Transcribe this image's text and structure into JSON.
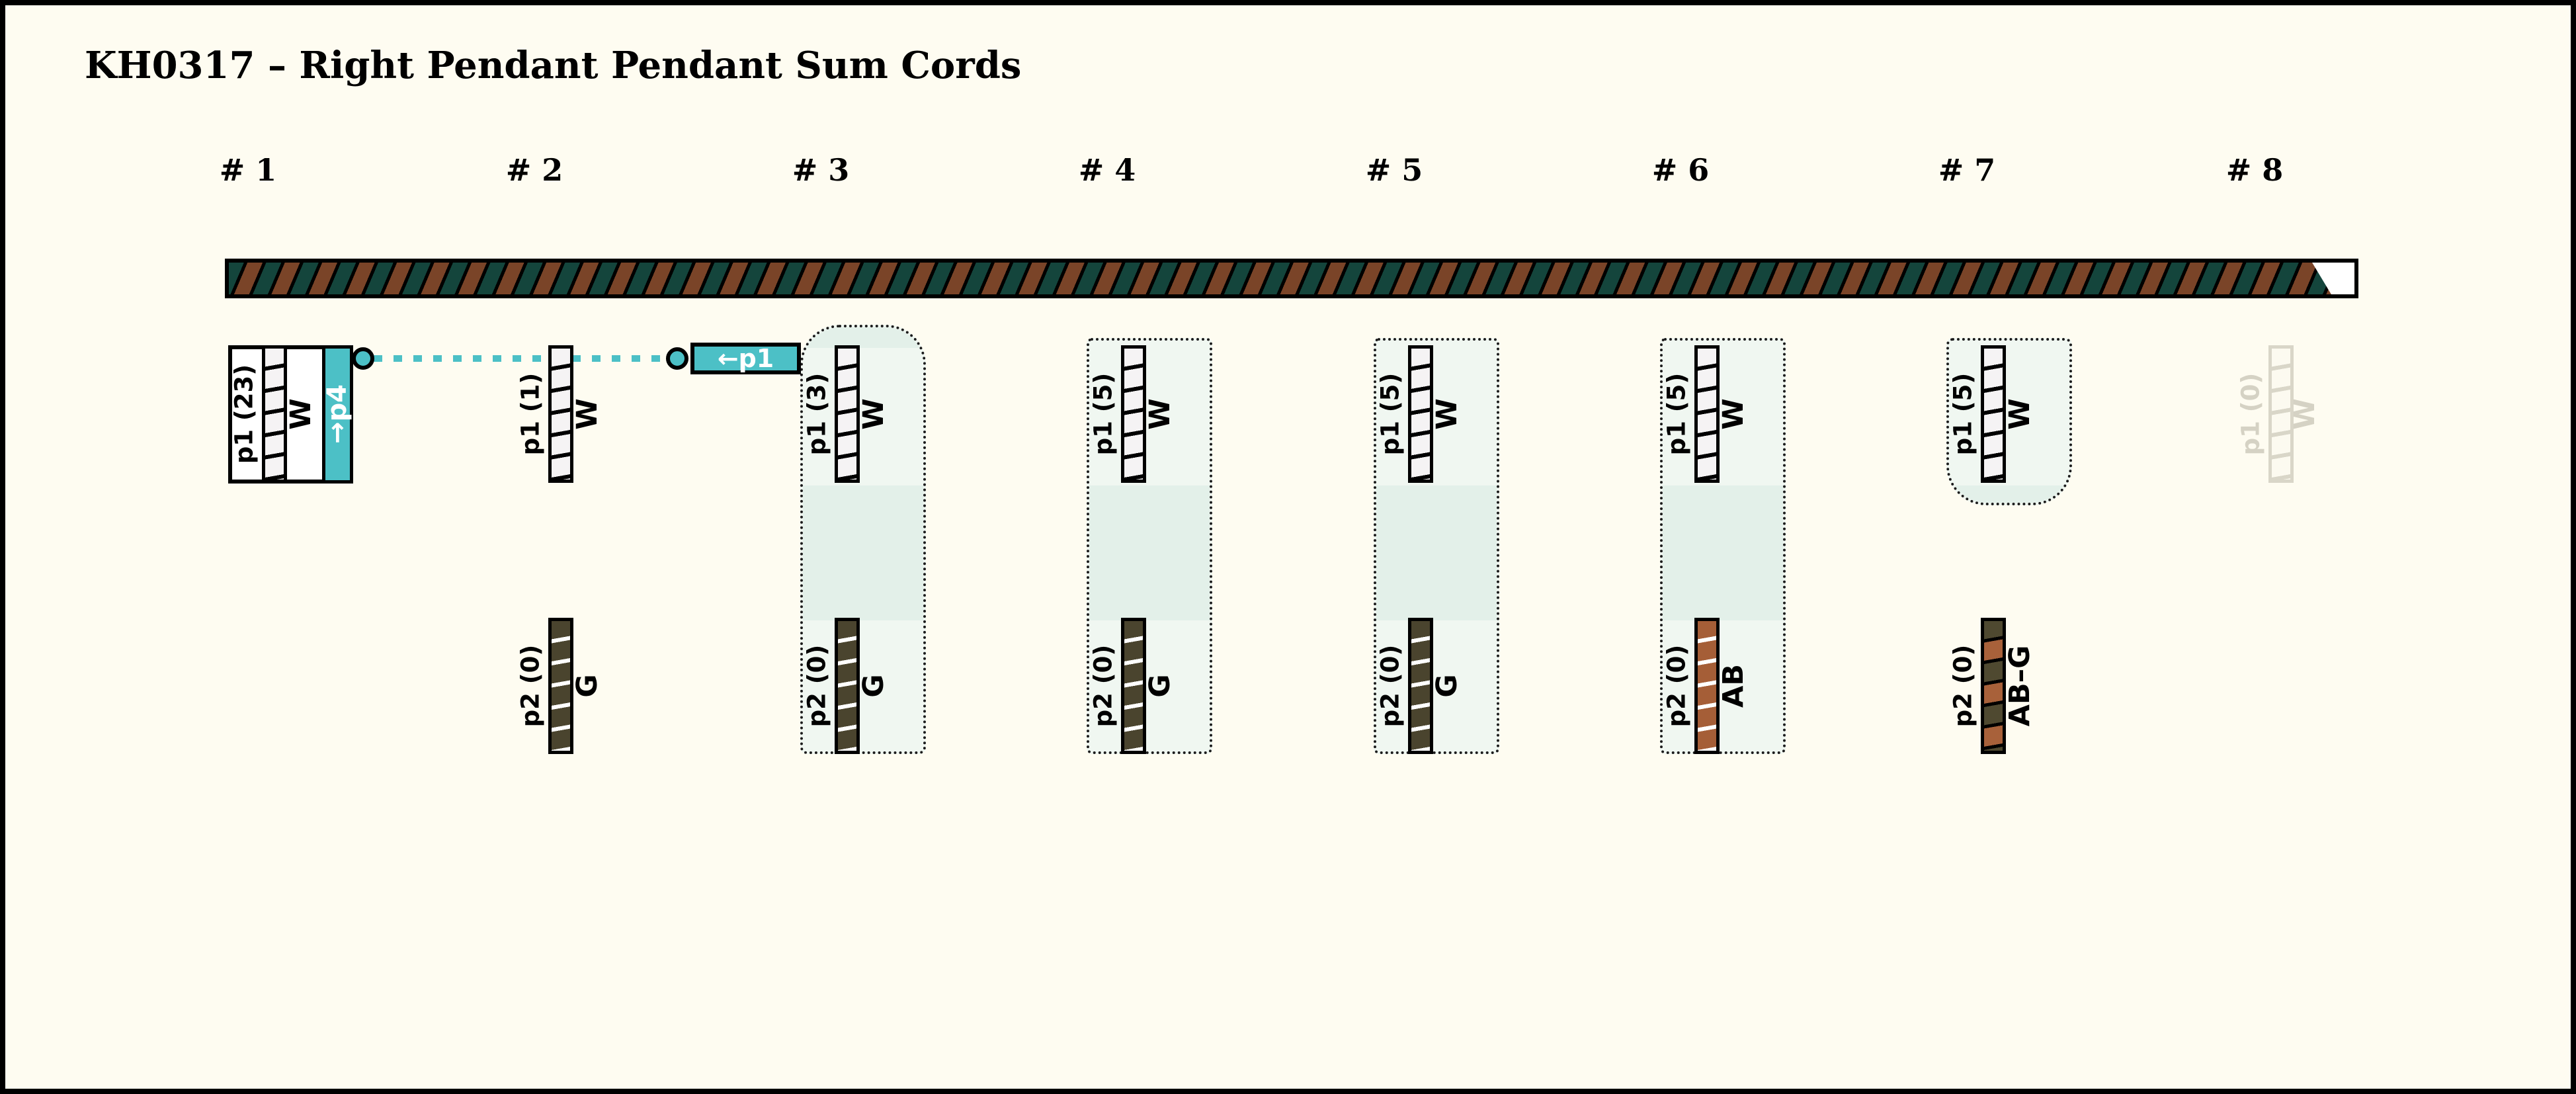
{
  "title": "KH0317 – Right Pendant Pendant Sum Cords",
  "pendants": [
    {
      "header": "# 1",
      "boxed": true,
      "region": "none",
      "ghost": false,
      "p1": {
        "label": "p1 (23)",
        "color": "W"
      },
      "link": {
        "label": "→p4"
      }
    },
    {
      "header": "# 2",
      "boxed": false,
      "region": "none",
      "ghost": false,
      "p1": {
        "label": "p1 (1)",
        "color": "W"
      },
      "p2": {
        "label": "p2 (0)",
        "color": "G"
      }
    },
    {
      "header": "# 3",
      "boxed": false,
      "region": "full-round-top",
      "ghost": false,
      "p1": {
        "label": "p1 (3)",
        "color": "W"
      },
      "p2": {
        "label": "p2 (0)",
        "color": "G"
      }
    },
    {
      "header": "# 4",
      "boxed": false,
      "region": "full",
      "ghost": false,
      "p1": {
        "label": "p1 (5)",
        "color": "W"
      },
      "p2": {
        "label": "p2 (0)",
        "color": "G"
      }
    },
    {
      "header": "# 5",
      "boxed": false,
      "region": "full",
      "ghost": false,
      "p1": {
        "label": "p1 (5)",
        "color": "W"
      },
      "p2": {
        "label": "p2 (0)",
        "color": "G"
      }
    },
    {
      "header": "# 6",
      "boxed": false,
      "region": "full",
      "ghost": false,
      "p1": {
        "label": "p1 (5)",
        "color": "W"
      },
      "p2": {
        "label": "p2 (0)",
        "color": "AB"
      }
    },
    {
      "header": "# 7",
      "boxed": false,
      "region": "top",
      "ghost": false,
      "p1": {
        "label": "p1 (5)",
        "color": "W"
      },
      "p2": {
        "label": "p2 (0)",
        "color": "AB–G"
      }
    },
    {
      "header": "# 8",
      "boxed": false,
      "region": "none",
      "ghost": true,
      "p1": {
        "label": "p1 (0)",
        "color": "W"
      }
    }
  ],
  "annotation": {
    "link_bar_label": "→p4",
    "link_tag_label": "←p1"
  },
  "colors": {
    "background": "#FEFCF1",
    "cord_teal": "#14453C",
    "cord_brown": "#7A4428",
    "cyan_accent": "#4CC0C6",
    "region_fill": "#F0F7F1",
    "region_band": "#E3F0E9",
    "code_W_fill": "#F5F3F4",
    "code_G_fill": "#4A442E",
    "code_AB_fill": "#A55E37",
    "ghost_gray": "#D9D6C8"
  }
}
